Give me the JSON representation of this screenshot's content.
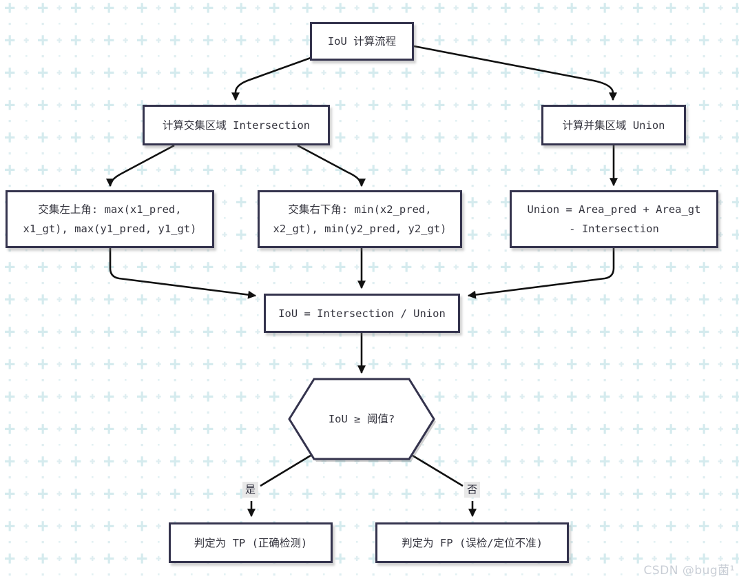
{
  "flowchart": {
    "title_hint": "IoU computation flowchart",
    "nodes": {
      "start": {
        "label": "IoU 计算流程"
      },
      "calc_intersection": {
        "label": "计算交集区域 Intersection"
      },
      "calc_union": {
        "label": "计算并集区域 Union"
      },
      "inter_topleft": {
        "label": "交集左上角: max(x1_pred,\nx1_gt), max(y1_pred, y1_gt)"
      },
      "inter_bottomright": {
        "label": "交集右下角: min(x2_pred,\nx2_gt), min(y2_pred, y2_gt)"
      },
      "union_formula": {
        "label": "Union = Area_pred + Area_gt\n- Intersection"
      },
      "iou_formula": {
        "label": "IoU = Intersection / Union"
      },
      "decision": {
        "label": "IoU ≥ 阈值?"
      },
      "tp": {
        "label": "判定为 TP (正确检测)"
      },
      "fp": {
        "label": "判定为 FP (误检/定位不准)"
      }
    },
    "edges": {
      "yes_label": "是",
      "no_label": "否"
    }
  },
  "watermark": "CSDN @bug菌¹",
  "colors": {
    "node_border": "#34334d",
    "node_text": "#34343e",
    "arrow": "#111111",
    "pattern_plus": "#d5ebee",
    "pattern_dot": "#e0eff2",
    "edge_label_bg": "#e8e8e8",
    "watermark_text": "#c9ced6"
  }
}
